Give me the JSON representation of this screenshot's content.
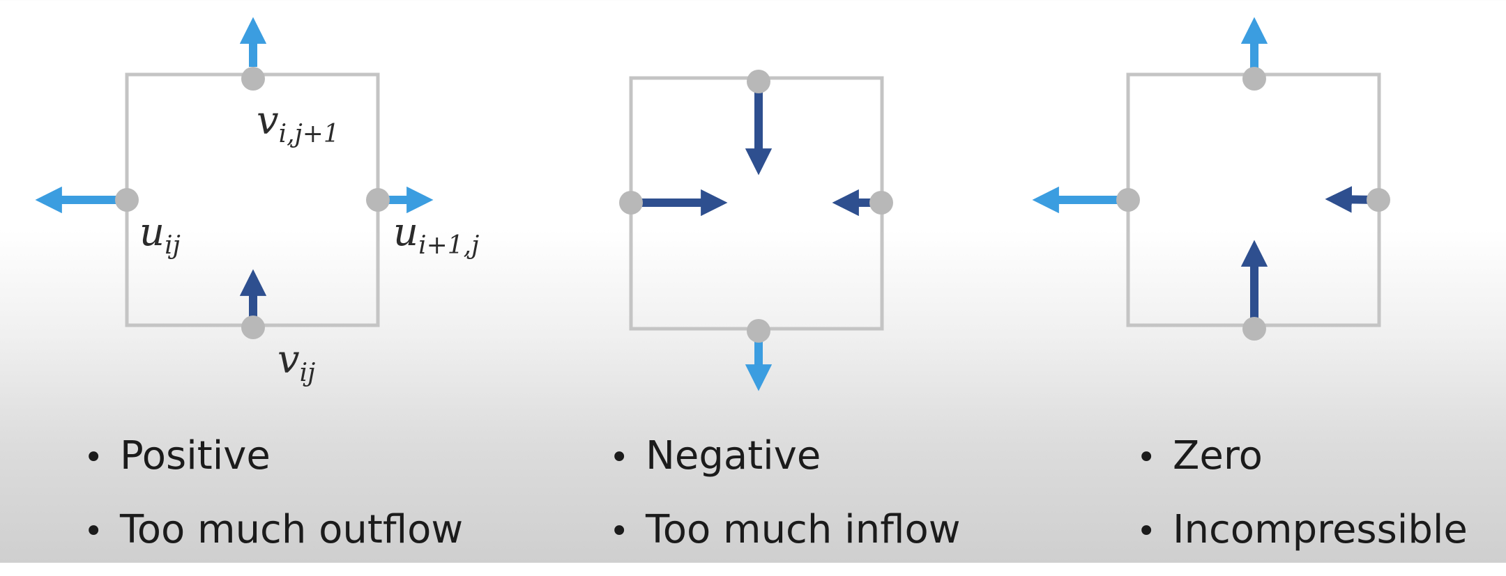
{
  "colors": {
    "outflow_arrow": "#3b9de0",
    "inflow_arrow": "#2e4f8f",
    "cell_border": "#c4c4c4",
    "node": "#b8b8b8"
  },
  "panels": [
    {
      "name": "positive",
      "labels": {
        "v_top": {
          "base": "v",
          "sub": "i,j+1"
        },
        "u_left": {
          "base": "u",
          "sub": "ij"
        },
        "u_right": {
          "base": "u",
          "sub": "i+1,j"
        },
        "v_bottom": {
          "base": "v",
          "sub": "ij"
        }
      },
      "bullets": [
        "Positive",
        "Too much outflow"
      ]
    },
    {
      "name": "negative",
      "bullets": [
        "Negative",
        "Too much inflow"
      ]
    },
    {
      "name": "zero",
      "bullets": [
        "Zero",
        "Incompressible"
      ]
    }
  ]
}
